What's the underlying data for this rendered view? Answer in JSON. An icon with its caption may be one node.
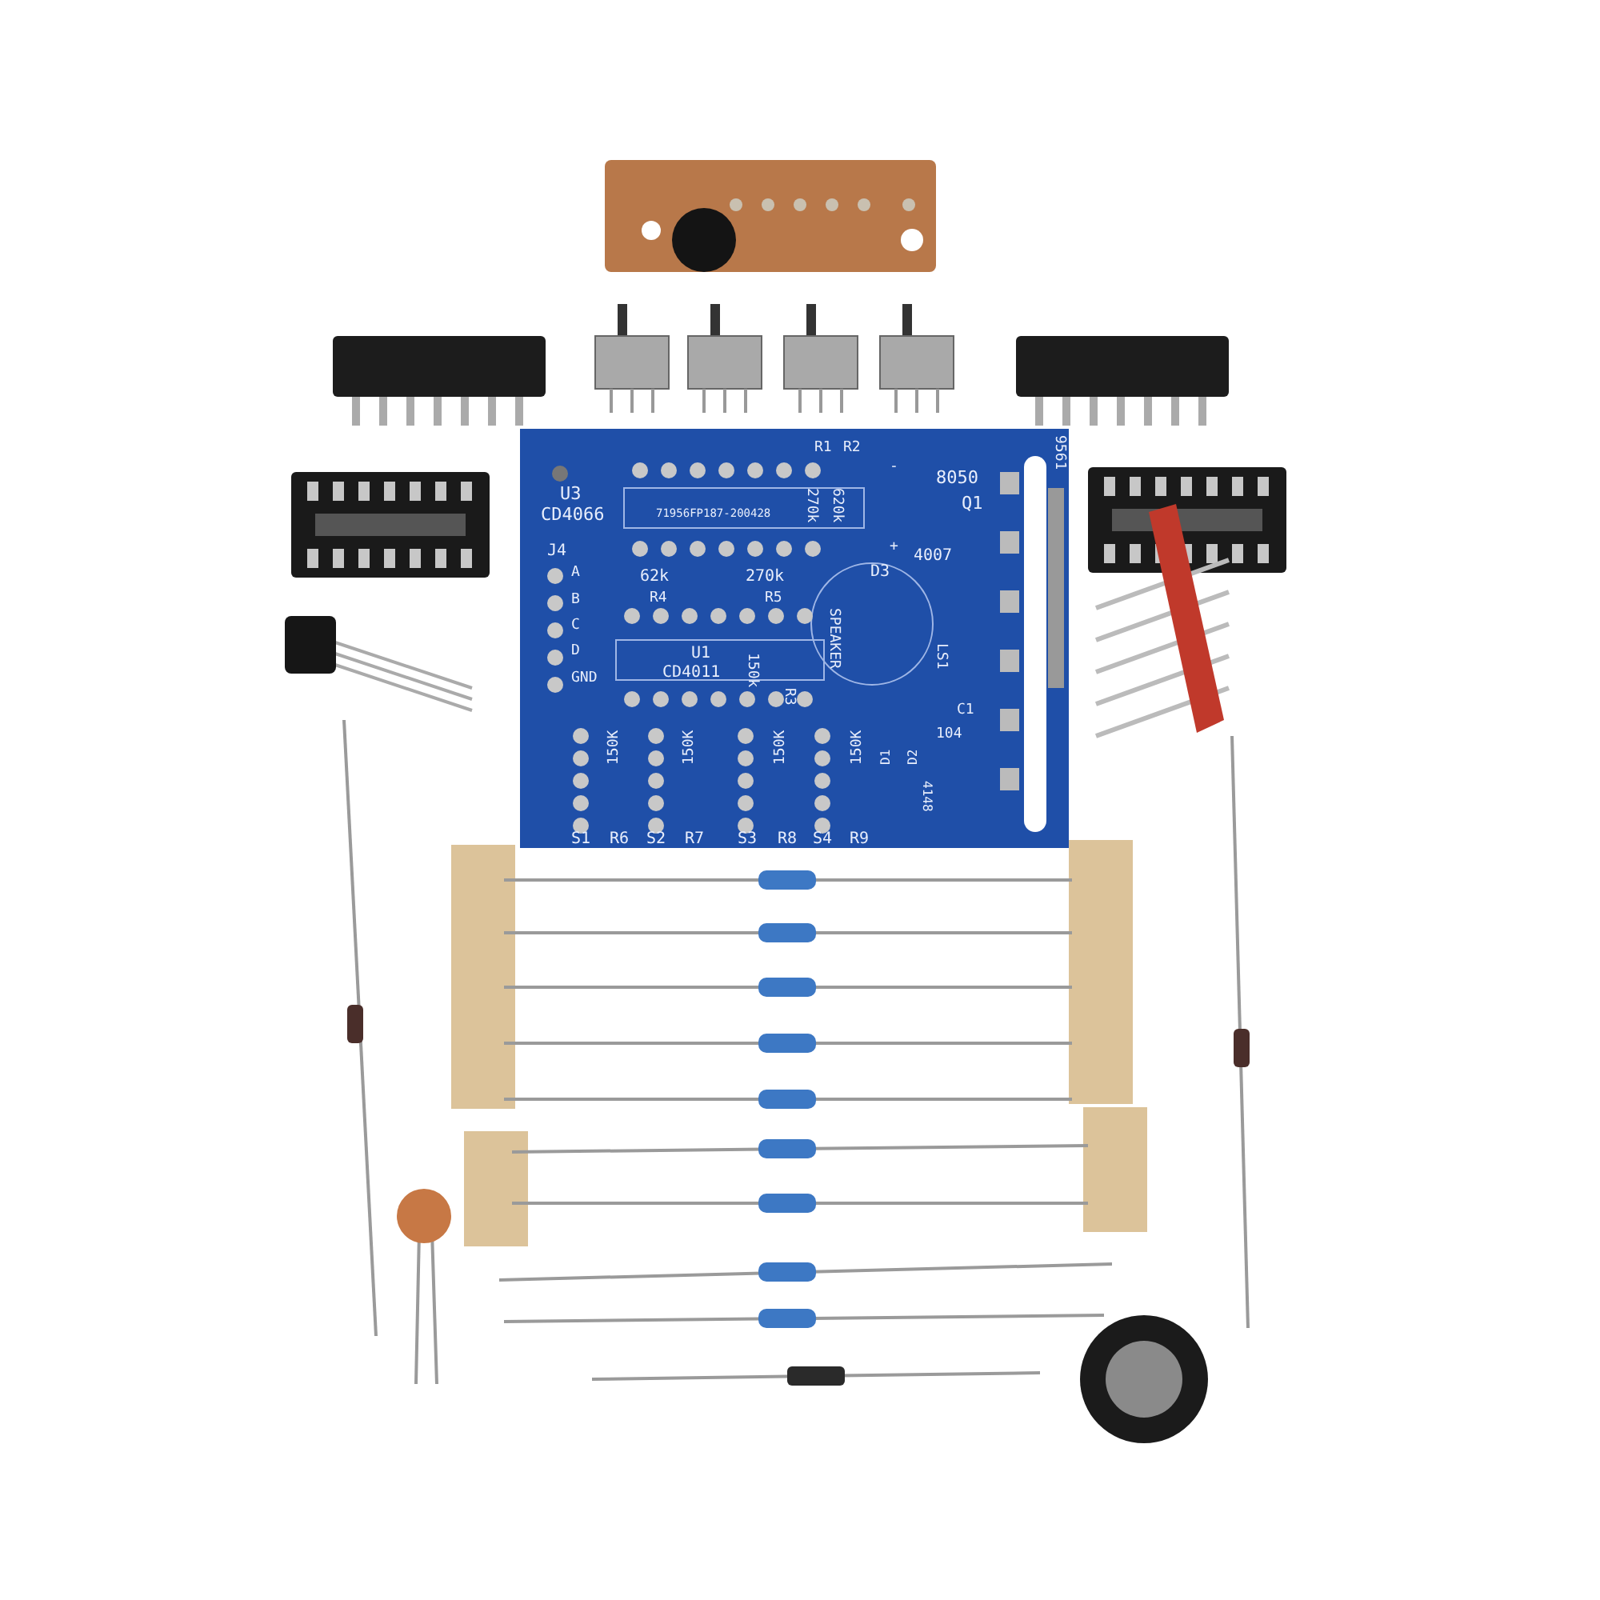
{
  "diagram": {
    "labels": [
      "U3",
      "CD4066",
      "71956FP187-200428",
      "R1",
      "R2",
      "8050",
      "Q1",
      "9561",
      "270k",
      "620k",
      "-",
      "+",
      "4007",
      "D3",
      "J4",
      "A",
      "62k",
      "270k",
      "B",
      "R4",
      "R5",
      "C",
      "150k",
      "SPEAKER",
      "LS1",
      "D",
      "U1",
      "CD4011",
      "R3",
      "GND",
      "C1",
      "104",
      "150K",
      "150K",
      "150K",
      "150K",
      "D1",
      "D2",
      "4148",
      "S1",
      "R6",
      "S2",
      "R7",
      "S3",
      "R8",
      "S4",
      "R9"
    ]
  }
}
